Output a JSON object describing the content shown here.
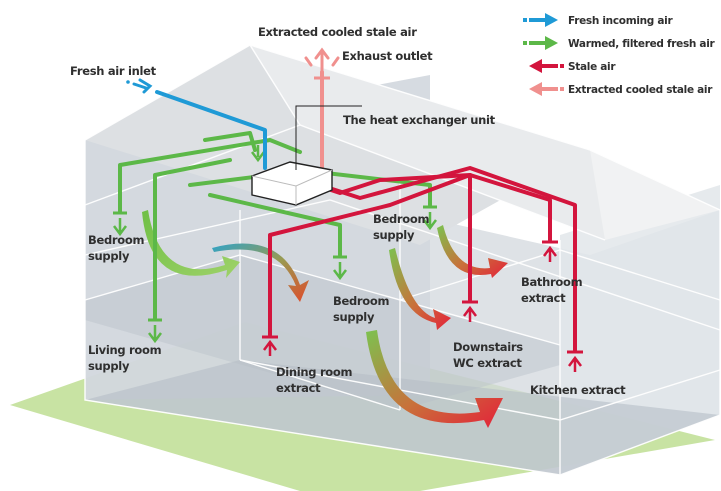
{
  "colors": {
    "fresh_incoming": "#1f9ad6",
    "warmed_fresh": "#5cb848",
    "stale": "#d3153d",
    "extracted_cooled": "#f0908e",
    "ground": "#c3e09a",
    "house_wall": "#c8ced6",
    "roof": "#d9dcdf",
    "label_text": "#2f2f2f"
  },
  "legend": [
    {
      "key": "fresh_incoming",
      "label": "Fresh incoming air",
      "direction": "right"
    },
    {
      "key": "warmed_fresh",
      "label": "Warmed, filtered fresh air",
      "direction": "right"
    },
    {
      "key": "stale",
      "label": "Stale air",
      "direction": "left"
    },
    {
      "key": "extracted_cooled",
      "label": "Extracted cooled stale air",
      "direction": "left"
    }
  ],
  "labels": {
    "extracted_top": "Extracted cooled stale air",
    "exhaust_outlet": "Exhaust outlet",
    "fresh_air_inlet": "Fresh air inlet",
    "heat_exchanger": "The heat exchanger unit",
    "bedroom_supply_left": [
      "Bedroom",
      "supply"
    ],
    "living_room_supply": [
      "Living room",
      "supply"
    ],
    "bedroom_supply_center": [
      "Bedroom",
      "supply"
    ],
    "bedroom_supply_right": [
      "Bedroom",
      "supply"
    ],
    "dining_room_extract": [
      "Dining room",
      "extract"
    ],
    "downstairs_wc_extract": [
      "Downstairs",
      "WC extract"
    ],
    "bathroom_extract": [
      "Bathroom",
      "extract"
    ],
    "kitchen_extract": "Kitchen extract"
  }
}
